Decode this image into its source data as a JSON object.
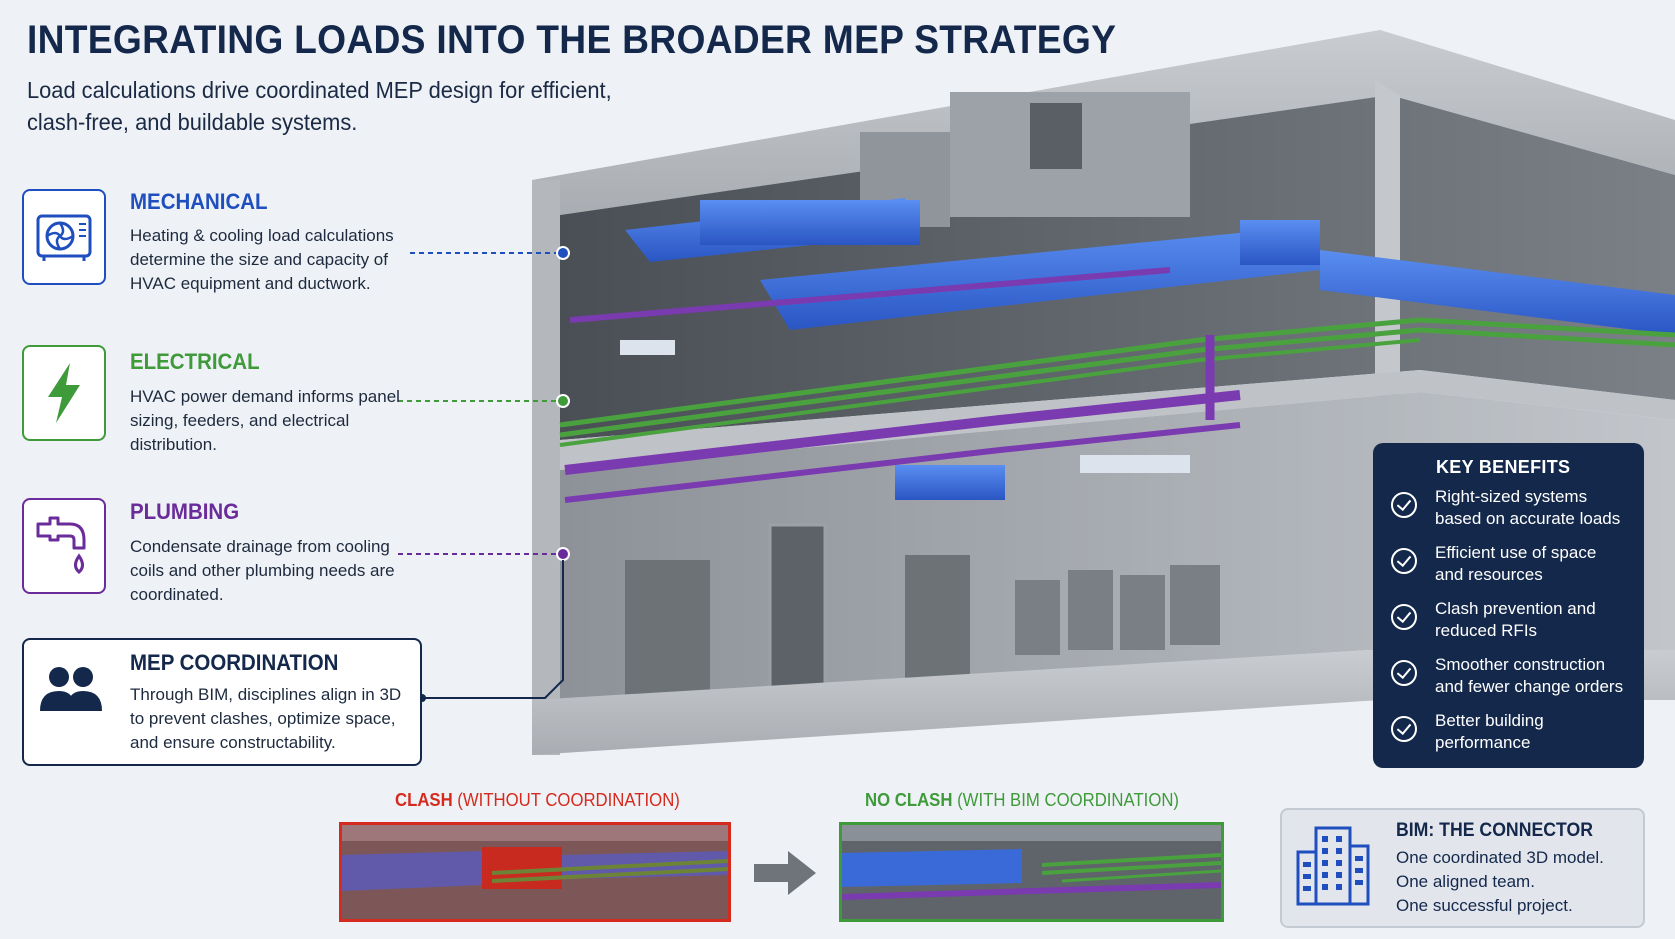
{
  "header": {
    "title": "INTEGRATING LOADS INTO THE BROADER MEP STRATEGY",
    "subtitle": "Load calculations drive coordinated MEP design for efficient, clash-free, and buildable systems."
  },
  "disciplines": [
    {
      "title": "MECHANICAL",
      "text": "Heating & cooling load calculations determine the size and capacity of HVAC equipment and ductwork.",
      "color": "#1f4fbf",
      "icon": "hvac-unit-icon"
    },
    {
      "title": "ELECTRICAL",
      "text": "HVAC power demand informs panel sizing, feeders, and electrical distribution.",
      "color": "#3f9a3a",
      "icon": "lightning-bolt-icon"
    },
    {
      "title": "PLUMBING",
      "text": "Condensate drainage from cooling coils and other plumbing needs are coordinated.",
      "color": "#6a2c9a",
      "icon": "faucet-drop-icon"
    }
  ],
  "coordination": {
    "title": "MEP COORDINATION",
    "text": "Through BIM, disciplines align in 3D to prevent clashes, optimize space, and ensure constructability.",
    "icon": "team-icon"
  },
  "benefits": {
    "title": "KEY BENEFITS",
    "items": [
      "Right-sized systems based on accurate loads",
      "Efficient use of space and resources",
      "Clash prevention and reduced RFIs",
      "Smoother construction and fewer change orders",
      "Better building performance"
    ]
  },
  "comparison": {
    "clash_strong": "CLASH",
    "clash_rest": " (WITHOUT COORDINATION)",
    "clash_color": "#d62a1e",
    "noclash_strong": "NO CLASH",
    "noclash_rest": " (WITH BIM COORDINATION)",
    "noclash_color": "#3f9a3a"
  },
  "bim": {
    "title": "BIM: THE CONNECTOR",
    "lines": [
      "One coordinated 3D model.",
      "One aligned team.",
      "One successful project."
    ],
    "icon": "building-icon"
  }
}
